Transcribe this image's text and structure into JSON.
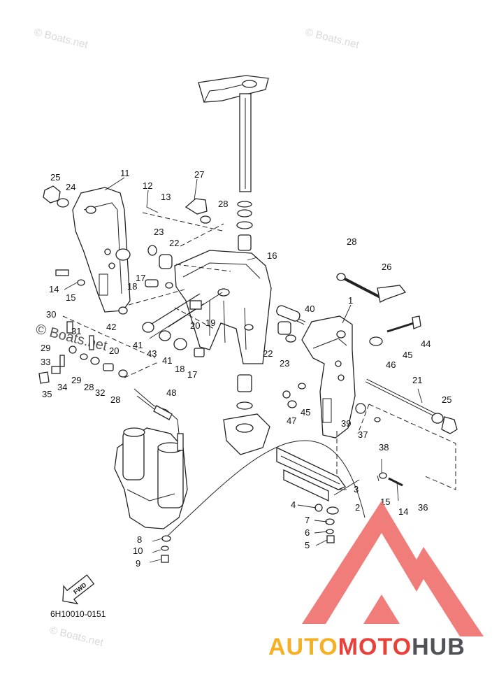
{
  "watermarks": [
    "© Boats.net",
    "© Boats.net",
    "© Boats.net",
    "© Boats.net"
  ],
  "diagram_code": "6H10010-0151",
  "fwd_label": "FWD",
  "brand": {
    "part1": "AUTO",
    "part2": "MOTO",
    "part3": "HUB",
    "colors": {
      "auto": "#f5b025",
      "moto": "#e8413a",
      "hub": "#4f5358",
      "logo": "#ef6f6b"
    }
  },
  "callouts": [
    "1",
    "2",
    "3",
    "4",
    "5",
    "6",
    "7",
    "8",
    "9",
    "10",
    "11",
    "12",
    "13",
    "14",
    "14",
    "15",
    "15",
    "16",
    "17",
    "17",
    "18",
    "18",
    "19",
    "20",
    "20",
    "21",
    "22",
    "22",
    "23",
    "23",
    "24",
    "25",
    "25",
    "26",
    "27",
    "28",
    "28",
    "28",
    "28",
    "29",
    "29",
    "30",
    "31",
    "32",
    "33",
    "34",
    "35",
    "36",
    "37",
    "38",
    "39",
    "40",
    "41",
    "41",
    "42",
    "43",
    "44",
    "45",
    "45",
    "46",
    "47",
    "48"
  ]
}
